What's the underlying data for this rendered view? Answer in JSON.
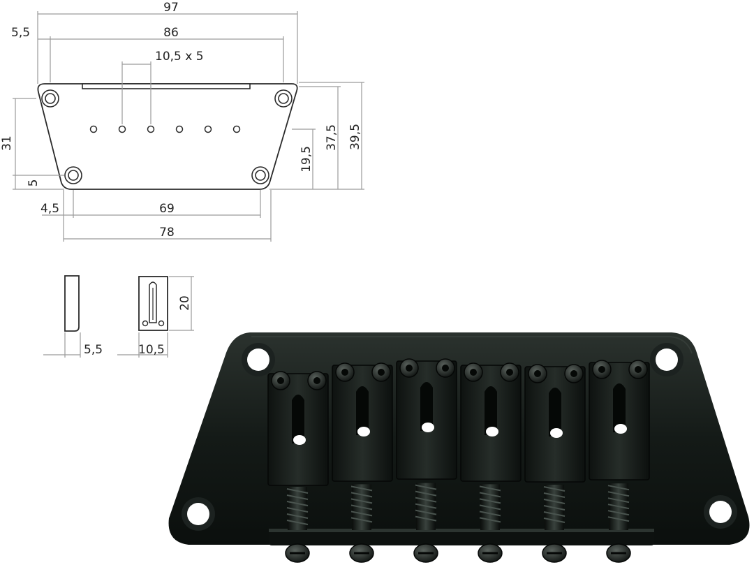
{
  "colors": {
    "drawing_line": "#2a2a2a",
    "dimension_line": "#9a9a9a",
    "text": "#222222",
    "bridge_metal": "#141a17",
    "background": "#ffffff"
  },
  "top_view": {
    "dims": {
      "overall_width": "97",
      "edge_offset": "5,5",
      "hole_span_top": "86",
      "string_spacing": "10,5 x 5",
      "height_left": "31",
      "bottom_edge": "5",
      "height_right_1": "19,5",
      "height_right_2": "37,5",
      "height_right_3": "39,5",
      "bottom_offset": "4,5",
      "hole_span_bottom": "69",
      "bottom_width": "78"
    },
    "string_holes_count": 6
  },
  "saddle_views": {
    "side_width": "5,5",
    "front_width": "10,5",
    "height": "20"
  },
  "photo": {
    "saddle_count": 6
  }
}
